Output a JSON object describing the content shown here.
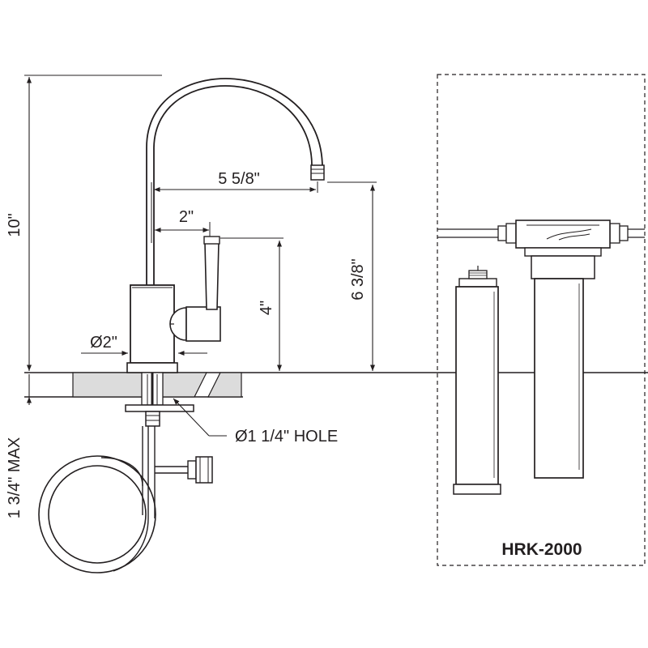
{
  "dimensions": {
    "overall_height": "10\"",
    "spout_reach": "5 5/8\"",
    "handle_offset": "2\"",
    "spout_height": "6 3/8\"",
    "handle_height": "4\"",
    "base_diameter": "Ø2\"",
    "mount_hole": "Ø1 1/4\" HOLE",
    "max_counter_thickness": "1 3/4\" MAX"
  },
  "filter_panel": {
    "model": "HRK-2000"
  },
  "colors": {
    "line": "#231f20",
    "counter_fill": "#dcdcdc",
    "background": "#ffffff"
  }
}
